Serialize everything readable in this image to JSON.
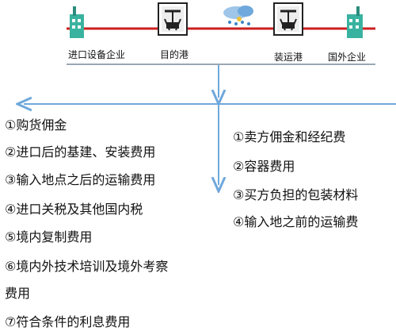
{
  "banner": {
    "nodes": [
      {
        "label": "进口设备企业",
        "icon": "factory-icon"
      },
      {
        "label": "目的港",
        "icon": "crane-icon"
      },
      {
        "label": "装运港",
        "icon": "crane-icon"
      },
      {
        "label": "国外企业",
        "icon": "factory-icon"
      }
    ],
    "route_color": "#cc1f1f",
    "weather_icon": "cloud-rain-icon"
  },
  "left_items": [
    "①购货佣金",
    "②进口后的基建、安装费用",
    "③输入地点之后的运输费用",
    "④进口关税及其他国内税",
    "⑤境内复制费用",
    "⑥境内外技术培训及境外考察",
    "费用",
    "⑦符合条件的利息费用"
  ],
  "right_items": [
    "①卖方佣金和经纪费",
    "②容器费用",
    "③买方负担的包装材料",
    "④输入地之前的运输费"
  ],
  "colors": {
    "arrow": "#6fa8dc"
  }
}
